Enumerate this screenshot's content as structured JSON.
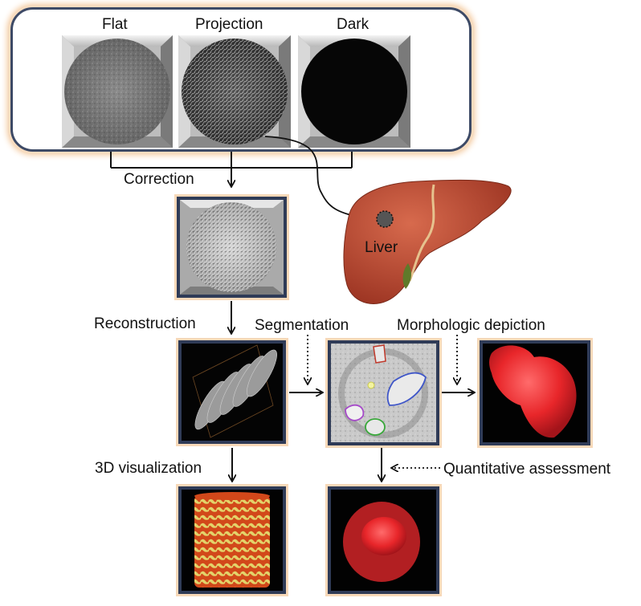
{
  "labels": {
    "flat": "Flat",
    "projection": "Projection",
    "dark": "Dark",
    "correction": "Correction",
    "liver": "Liver",
    "reconstruction": "Reconstruction",
    "segmentation": "Segmentation",
    "morphologic_depiction": "Morphologic depiction",
    "visualization_3d": "3D visualization",
    "quantitative_assessment": "Quantitative assessment"
  },
  "colors": {
    "box_border": "#3d4a66",
    "box_glow": "#f3c79a",
    "liver": "#b94a32",
    "render_red": "#e8262a",
    "volume_orange": "#d2481a",
    "volume_yellow": "#e3d36a"
  }
}
